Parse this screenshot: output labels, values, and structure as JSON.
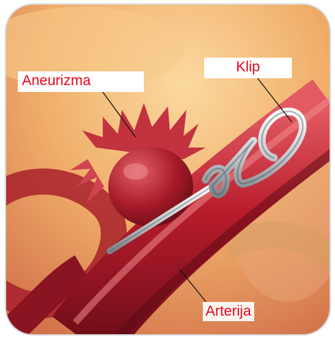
{
  "labels": {
    "aneurizma": "Aneurizma",
    "klip": "Klip",
    "arterija": "Arterija"
  },
  "colors": {
    "label_text": "#e8001b",
    "artery": "#b81c2c",
    "background_warm": "#f0b06a",
    "clip_metal": "#d9dde0"
  }
}
